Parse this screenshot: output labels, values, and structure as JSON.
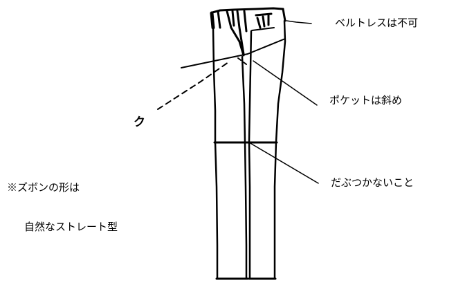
{
  "annotations": {
    "belt": "ベルトレスは不可",
    "pocket": "ポケットは斜め",
    "crease": "だぶつかないこと",
    "cut_left": "ク"
  },
  "note": {
    "line1": "※ズボンの形は",
    "line2": "自然なストレート型"
  }
}
